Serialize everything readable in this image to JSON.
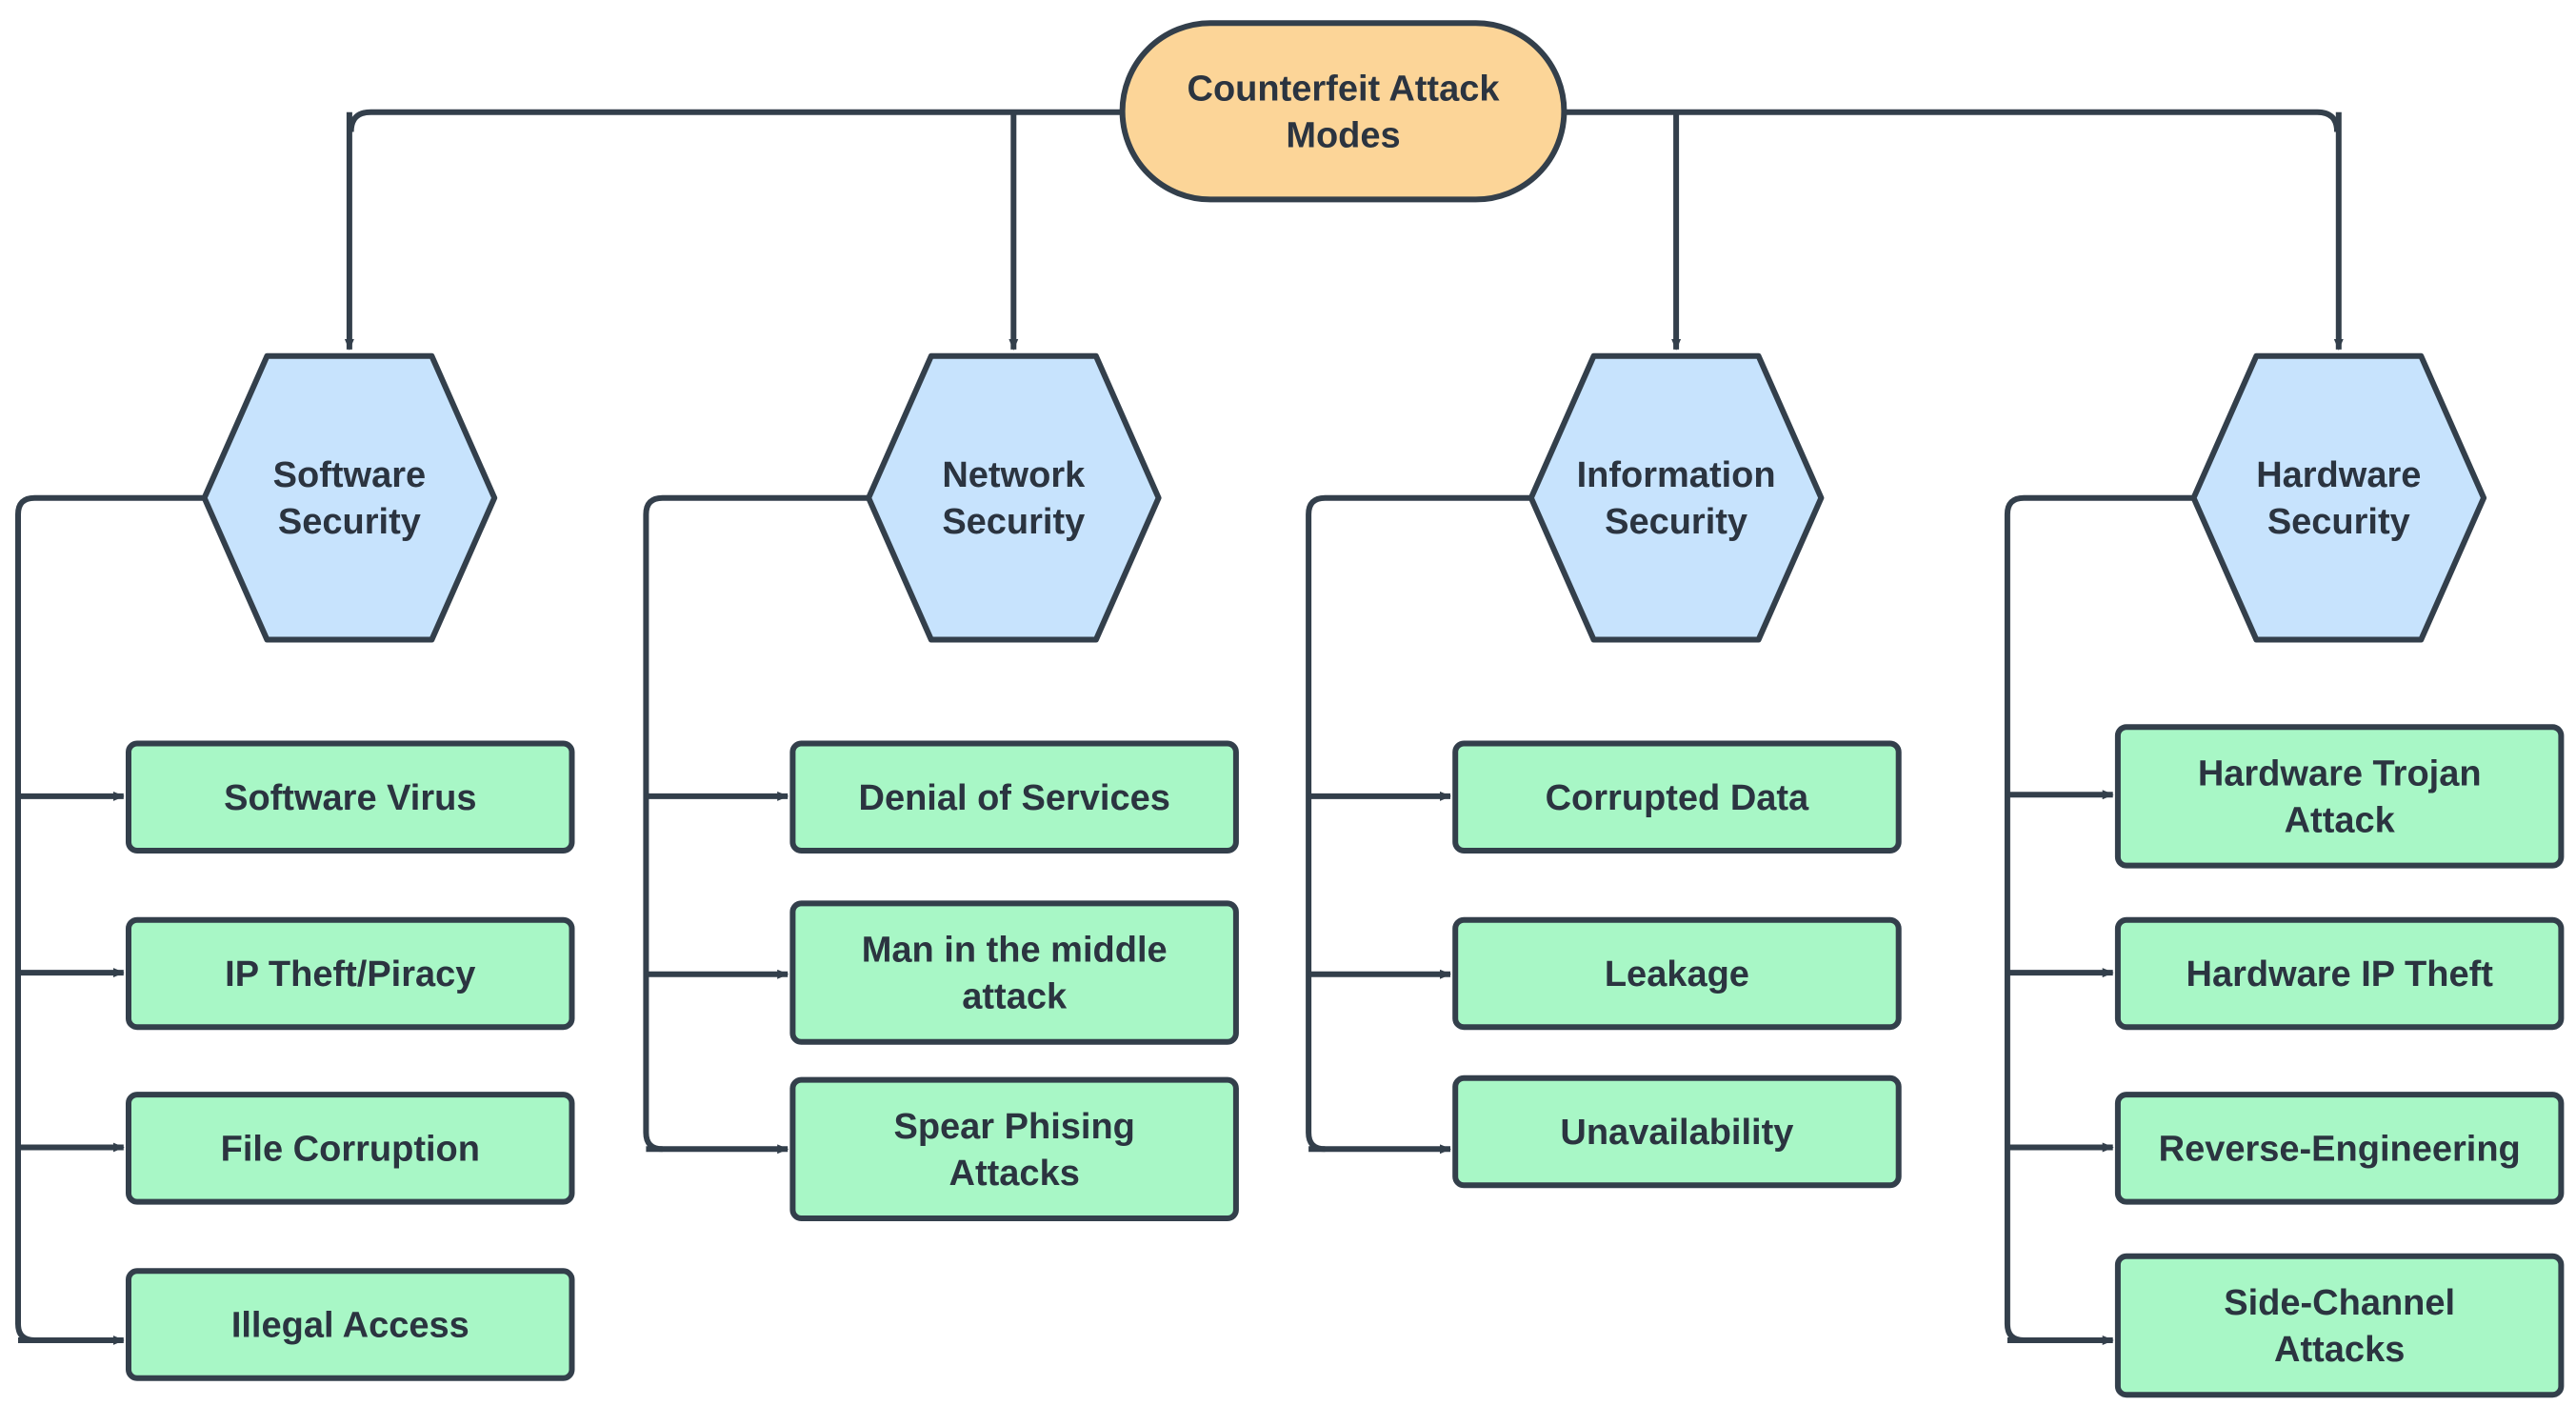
{
  "colors": {
    "stroke": "#333f4b",
    "root_fill": "#fcd598",
    "category_fill": "#c7e3fd",
    "leaf_fill": "#a8f7c6",
    "text": "#2b3440",
    "background": "#ffffff"
  },
  "root": {
    "lines": [
      "Counterfeit Attack",
      "Modes"
    ]
  },
  "categories": [
    {
      "lines": [
        "Software",
        "Security"
      ],
      "items": [
        {
          "lines": [
            "Software Virus"
          ]
        },
        {
          "lines": [
            "IP Theft/Piracy"
          ]
        },
        {
          "lines": [
            "File Corruption"
          ]
        },
        {
          "lines": [
            "Illegal Access"
          ]
        }
      ]
    },
    {
      "lines": [
        "Network",
        "Security"
      ],
      "items": [
        {
          "lines": [
            "Denial of Services"
          ]
        },
        {
          "lines": [
            "Man in the middle",
            "attack"
          ]
        },
        {
          "lines": [
            "Spear Phising",
            "Attacks"
          ]
        }
      ]
    },
    {
      "lines": [
        "Information",
        "Security"
      ],
      "items": [
        {
          "lines": [
            "Corrupted Data"
          ]
        },
        {
          "lines": [
            "Leakage"
          ]
        },
        {
          "lines": [
            "Unavailability"
          ]
        }
      ]
    },
    {
      "lines": [
        "Hardware",
        "Security"
      ],
      "items": [
        {
          "lines": [
            "Hardware Trojan",
            "Attack"
          ]
        },
        {
          "lines": [
            "Hardware IP Theft"
          ]
        },
        {
          "lines": [
            "Reverse-Engineering"
          ]
        },
        {
          "lines": [
            "Side-Channel",
            "Attacks"
          ]
        }
      ]
    }
  ]
}
